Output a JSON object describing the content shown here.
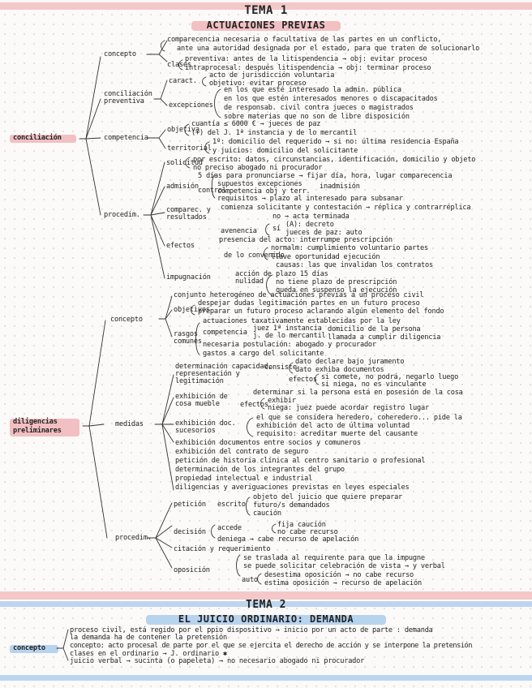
{
  "tema1": {
    "number": "TEMA 1",
    "title": "ACTUACIONES PREVIAS",
    "conciliacion": {
      "label": "conciliación",
      "concepto": {
        "label": "concepto",
        "definicion_1": "comparecencia necesaria o facultativa de las partes en un conflicto,",
        "definicion_2": "ante una autoridad designada por el estado, para que traten de solucionarlo",
        "clases_label": "clases",
        "clase_1": "preventiva: antes de la litispendencia → obj: evitar proceso",
        "clase_2": "intraprocesal: después litispendencia → obj: terminar proceso"
      },
      "preventiva": {
        "label": "conciliación preventiva",
        "caract_label": "caract.",
        "caract_1": "acto de jurisdicción voluntaria",
        "caract_2": "objetivo: evitar proceso",
        "excepciones_label": "excepciones",
        "exc_1": "en los que esté interesado la admin. pública",
        "exc_2": "en los que estén interesados menores o discapacitados",
        "exc_3": "de responsab. civil contra jueces o magistrados",
        "exc_4": "sobre materias que no son de libre disposición"
      },
      "competencia": {
        "label": "competencia",
        "objetiva_label": "objetiva",
        "obj_1": "cuantía ≤ 6000 € → jueces de paz",
        "obj_2": "(+) del J. 1ª instancia y de lo mercantil",
        "territorial_label": "territorial",
        "terr_1": "1º: domicilio del requerido → si no: última residencia España",
        "terr_2": "y juicios: domicilio del solicitante"
      },
      "procedim": {
        "label": "procedim.",
        "solicitud_label": "solicitud",
        "sol_1": "por escrito: datos, circunstancias, identificación, domicilio y objeto",
        "sol_2": "no preciso abogado ni procurador",
        "admision_label": "admisión",
        "adm_1": "5 días para pronunciarse → fijar día, hora, lugar comparecencia",
        "control_label": "control",
        "ctl_1": "supuestos excepciones",
        "ctl_2": "competencia obj y terr.",
        "ctl_3": "requisitos → plazo al interesado para subsanar",
        "ctl_4": "inadmisión",
        "comparec_label": "comparec. y resultados",
        "comp_1": "comienza solicitante y contestación → réplica y contrarréplica",
        "avenencia_label": "avenencia",
        "av_1": "no → acta terminada",
        "av_2": "(A): decreto",
        "av_3": "sí",
        "av_4": "jueces de paz: auto",
        "efectos_label": "efectos",
        "ef_1": "presencia del acto: interrumpe prescripción",
        "ef_2": "normalm: cumplimiento voluntario partes",
        "ef_3": "de lo convenido",
        "ef_4": "llave oportunidad ejecución",
        "impugnacion_label": "impugnación",
        "imp_1": "acción de nulidad",
        "imp_2": "causas: las que invalidan los contratos",
        "imp_3": "plazo 15 días",
        "imp_4": "no tiene plazo de prescripción",
        "imp_5": "queda en suspenso la ejecución"
      }
    },
    "diligencias": {
      "label": "diligencias preliminares",
      "concepto": {
        "label": "concepto",
        "c_1": "conjunto heterogéneo de actuaciones previas a un proceso civil",
        "objetivos_label": "objetivos",
        "o_1": "despejar dudas legitimación partes en un futuro proceso",
        "o_2": "preparar un futuro proceso aclarando algún elemento del fondo",
        "rasgos_label": "rasgos comunes",
        "r_1": "actuaciones taxativamente establecidas por la ley",
        "competencia_label": "competencia",
        "r_2": "juez 1ª instancia",
        "r_3": "j. de lo mercantil",
        "r_4": "domicilio de la persona",
        "r_5": "llamada a cumplir diligencia",
        "r_6": "necesaria postulación: abogado y procurador",
        "r_7": "gastos a cargo del solicitante"
      },
      "medidas": {
        "label": "medidas",
        "m1_label": "determinación capacidad, representación y legitimación",
        "m1_1": "consiste",
        "m1_2": "dato declare bajo juramento",
        "m1_3": "dato exhiba documentos",
        "m1_4": "efectos",
        "m1_5": "si comete, no podrá, negarlo luego",
        "m1_6": "si niega, no es vinculante",
        "m2_label": "exhibición de cosa mueble",
        "m2_1": "determinar si la persona está en posesión de la cosa",
        "m2_2": "efectos",
        "m2_3": "exhibir",
        "m2_4": "niega: juez puede acordar registro lugar",
        "m3_label": "exhibición doc. sucesorios",
        "m3_1": "el que se considera heredero, coheredero... pide la",
        "m3_2": "exhibición del acto de última voluntad",
        "m3_3": "requisito: acreditar muerte del causante",
        "m4": "exhibición documentos entre socios y comuneros",
        "m5": "exhibición del contrato de seguro",
        "m6": "petición de historia clínica al centro sanitario o profesional",
        "m7": "determinación de los integrantes del grupo",
        "m8": "propiedad intelectual e industrial",
        "m9": "diligencias y averiguaciones previstas en leyes especiales"
      },
      "procedim": {
        "label": "procedim.",
        "peticion_label": "petición",
        "escrito_label": "escrito",
        "p_1": "objeto del juicio que quiere preparar",
        "p_2": "futuro/s demandados",
        "p_3": "caución",
        "decision_label": "decisión",
        "d_1": "accede",
        "d_2": "fija caución",
        "d_3": "no cabe recurso",
        "d_4": "deniega → cabe recurso de apelación",
        "citacion": "citación y requerimiento",
        "oposicion_label": "oposición",
        "op_1": "se traslada al requirente para que la impugne",
        "op_2": "se puede solicitar celebración de vista → y verbal",
        "auto_label": "auto",
        "op_3": "desestima oposición → no cabe recurso",
        "op_4": "estima oposición → recurso de apelación"
      }
    }
  },
  "tema2": {
    "number": "TEMA 2",
    "title": "EL JUICIO ORDINARIO: DEMANDA",
    "concepto_label": "concepto",
    "l_1": "proceso civil, está regido por el ppio dispositivo → inicio por un acto de parte : demanda",
    "l_2": "la demanda ha de contener la pretensión",
    "l_3": "concepto: acto procesal de parte por el que se ejercita el derecho de acción y se interpone la pretensión",
    "l_4": "clases en el ordinario → J. ordinario ✱",
    "l_5": "juicio verbal → sucinta (o papeleta) → no necesario abogado ni procurador"
  },
  "colors": {
    "pink_band": "#f4c8c9",
    "blue_band": "#bcd6ef",
    "highlight_pink": "#f2c0c3",
    "highlight_blue": "#b7d3ee",
    "ink": "#222222"
  }
}
